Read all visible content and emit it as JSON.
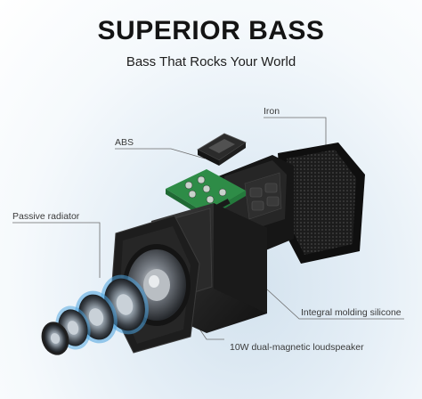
{
  "header": {
    "title": "SUPERIOR BASS",
    "subtitle": "Bass That Rocks Your World"
  },
  "callouts": {
    "iron": "Iron",
    "abs": "ABS",
    "passive_radiator": "Passive radiator",
    "silicone": "Integral molding silicone",
    "speaker": "10W dual-magnetic loudspeaker"
  },
  "colors": {
    "background_glow": "#d3e2ee",
    "radiator_ring": "#4aa3df",
    "circuit_board": "#3fae5a",
    "housing": "#1f1f1f"
  }
}
